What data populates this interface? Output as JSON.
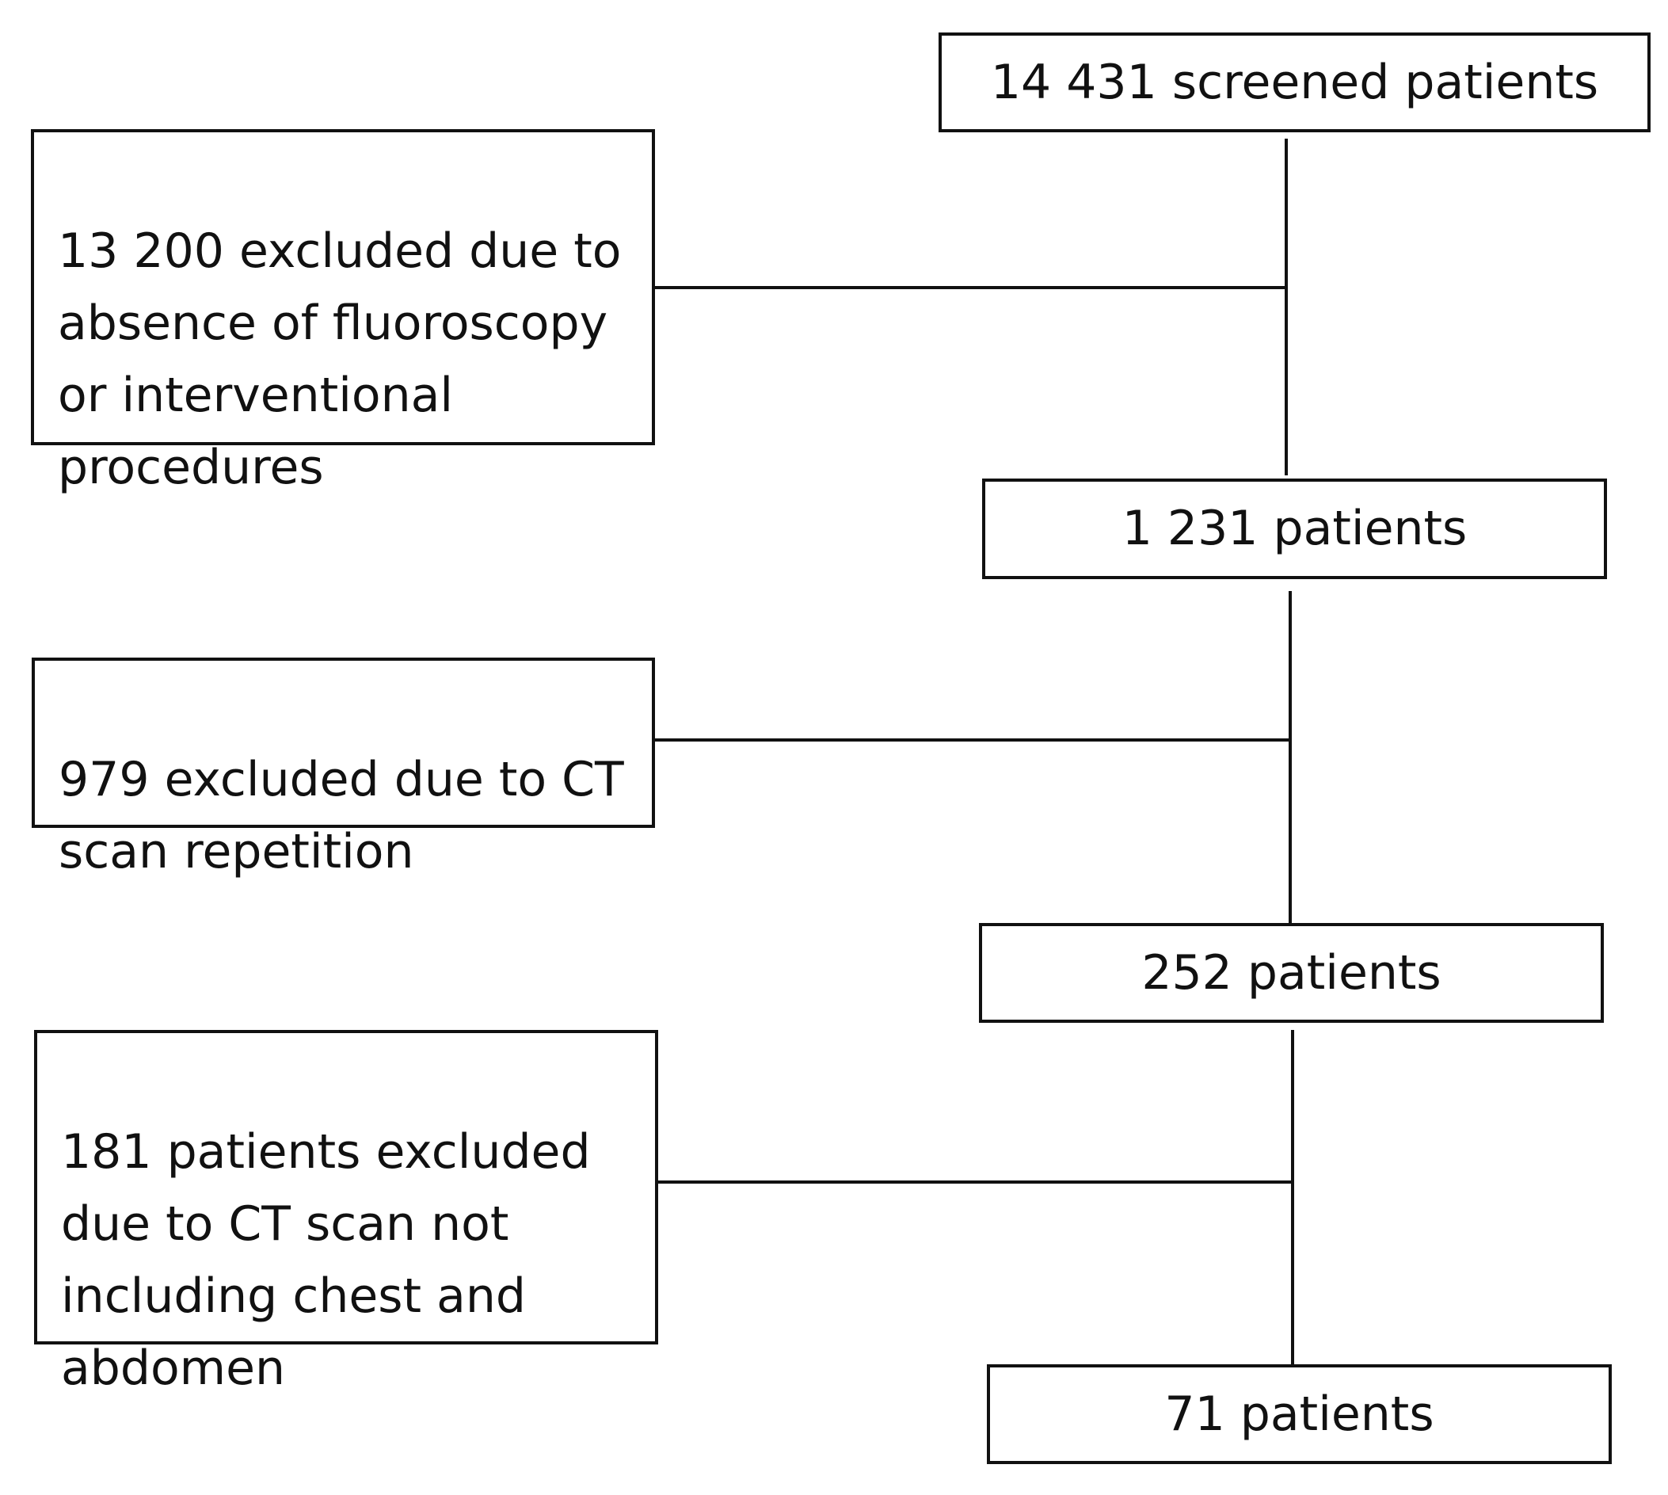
{
  "flowchart": {
    "steps": {
      "screened": "14 431 screened patients",
      "after_first": "1 231 patients",
      "after_second": "252 patients",
      "final": "71 patients"
    },
    "exclusions": {
      "first": "13 200 excluded due to\nabsence of fluoroscopy\nor interventional\nprocedures",
      "second": "979 excluded due to CT\nscan repetition",
      "third": "181 patients excluded\ndue to CT scan not\nincluding chest and\nabdomen"
    }
  }
}
